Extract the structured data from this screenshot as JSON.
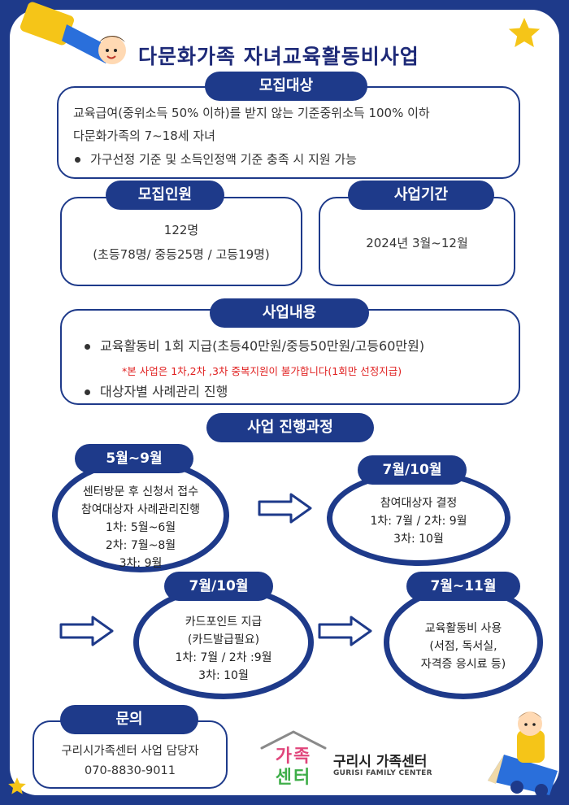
{
  "header": {
    "title": "다문화가족 자녀교육활동비사업"
  },
  "sections": {
    "target": {
      "label": "모집대상",
      "line1": "교육급여(중위소득 50% 이하)를 받지 않는 기준중위소득 100% 이하",
      "line2": "다문화가족의 7~18세 자녀",
      "bullet": "가구선정 기준 및 소득인정액 기준 충족 시 지원 가능"
    },
    "recruit": {
      "label": "모집인원",
      "count": "122명",
      "detail": "(초등78명/  중등25명 / 고등19명)"
    },
    "period": {
      "label": "사업기간",
      "value": "2024년 3월~12월"
    },
    "content": {
      "label": "사업내용",
      "bullet1": "교육활동비 1회 지급(초등40만원/중등50만원/고등60만원)",
      "note": "*본 사업은 1차,2차 ,3차 중복지원이 불가합니다(1회만 선정지급)",
      "bullet2": "대상자별 사례관리 진행"
    },
    "process": {
      "label": "사업 진행과정",
      "steps": [
        {
          "label": "5월~9월",
          "lines": [
            "센터방문 후 신청서 접수",
            "참여대상자 사례관리진행",
            "1차: 5월~6월",
            "2차: 7월~8월",
            "3차: 9월"
          ]
        },
        {
          "label": "7월/10월",
          "lines": [
            "참여대상자 결정",
            "1차: 7월 / 2차: 9월",
            "3차: 10월"
          ]
        },
        {
          "label": "7월/10월",
          "lines": [
            "카드포인트 지급",
            "(카드발급필요)",
            "1차: 7월 / 2차 :9월",
            "3차: 10월"
          ]
        },
        {
          "label": "7월~11월",
          "lines": [
            "교육활동비 사용",
            "(서점, 독서실,",
            "자격증 응시료 등)"
          ]
        }
      ]
    },
    "contact": {
      "label": "문의",
      "name": "구리시가족센터 사업 담당자",
      "phone": "070-8830-9011"
    }
  },
  "logo": {
    "mark_top": "가족",
    "mark_bottom": "센터",
    "name": "구리시 가족센터",
    "english": "GURISI FAMILY CENTER"
  },
  "colors": {
    "navy": "#1e3a8a",
    "red": "#e02020",
    "star": "#f5c518"
  }
}
